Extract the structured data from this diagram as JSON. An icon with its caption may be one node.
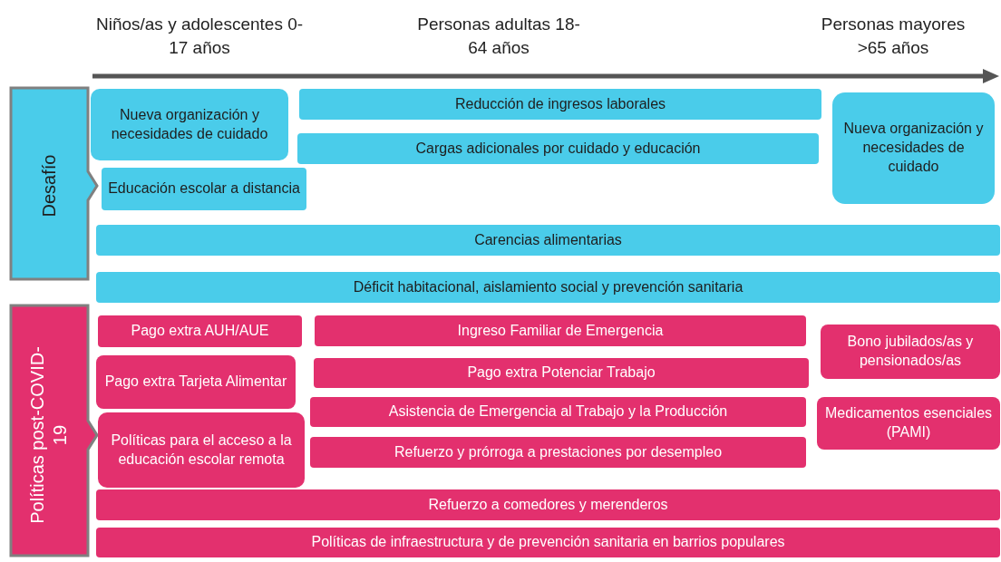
{
  "diagram": {
    "nodes": [
      {
        "text": [
          "Desafío"
        ]
      },
      {
        "text": [
          "Nueva organización y necesidades de cuidado"
        ]
      },
      {
        "text": [
          "Reducción de ingresos laborales"
        ]
      },
      {
        "text": [
          "Cargas adicionales por cuidado y educación"
        ]
      },
      {
        "text": [
          "Nueva organización y necesidades de cuidado"
        ]
      },
      {
        "text": [
          "Educación escolar a distancia"
        ]
      },
      {
        "text": [
          "Carencias alimentarias"
        ]
      },
      {
        "text": [
          "Déficit habitacional, aislamiento social y prevención sanitaria"
        ]
      },
      {
        "text": [
          "Políticas post-COVID-19"
        ]
      },
      {
        "text": [
          "Pago extra AUH/AUE"
        ]
      },
      {
        "text": [
          "Ingreso Familiar de Emergencia"
        ]
      },
      {
        "text": [
          "Bono jubilados/as y pensionados/as"
        ]
      },
      {
        "text": [
          "Pago extra Tarjeta Alimentar"
        ]
      },
      {
        "text": [
          "Pago extra Potenciar Trabajo"
        ]
      },
      {
        "text": [
          "Asistencia de Emergencia al Trabajo y la Producción"
        ]
      },
      {
        "text": [
          "Medicamentos esenciales (PAMI)"
        ]
      },
      {
        "text": [
          "Políticas para el acceso a la educación escolar remota"
        ]
      },
      {
        "text": [
          "Refuerzo y prórroga a prestaciones por desempleo"
        ]
      },
      {
        "text": [
          "Refuerzo a comedores y merenderos"
        ]
      },
      {
        "text": [
          "Políticas de infraestructura y de prevención sanitaria en barrios populares"
        ]
      }
    ],
    "edges": [],
    "labels": [
      "Niños/as y adolescentes 0-17 años",
      "Personas adultas 18-64 años",
      "Personas mayores >65 años"
    ]
  }
}
